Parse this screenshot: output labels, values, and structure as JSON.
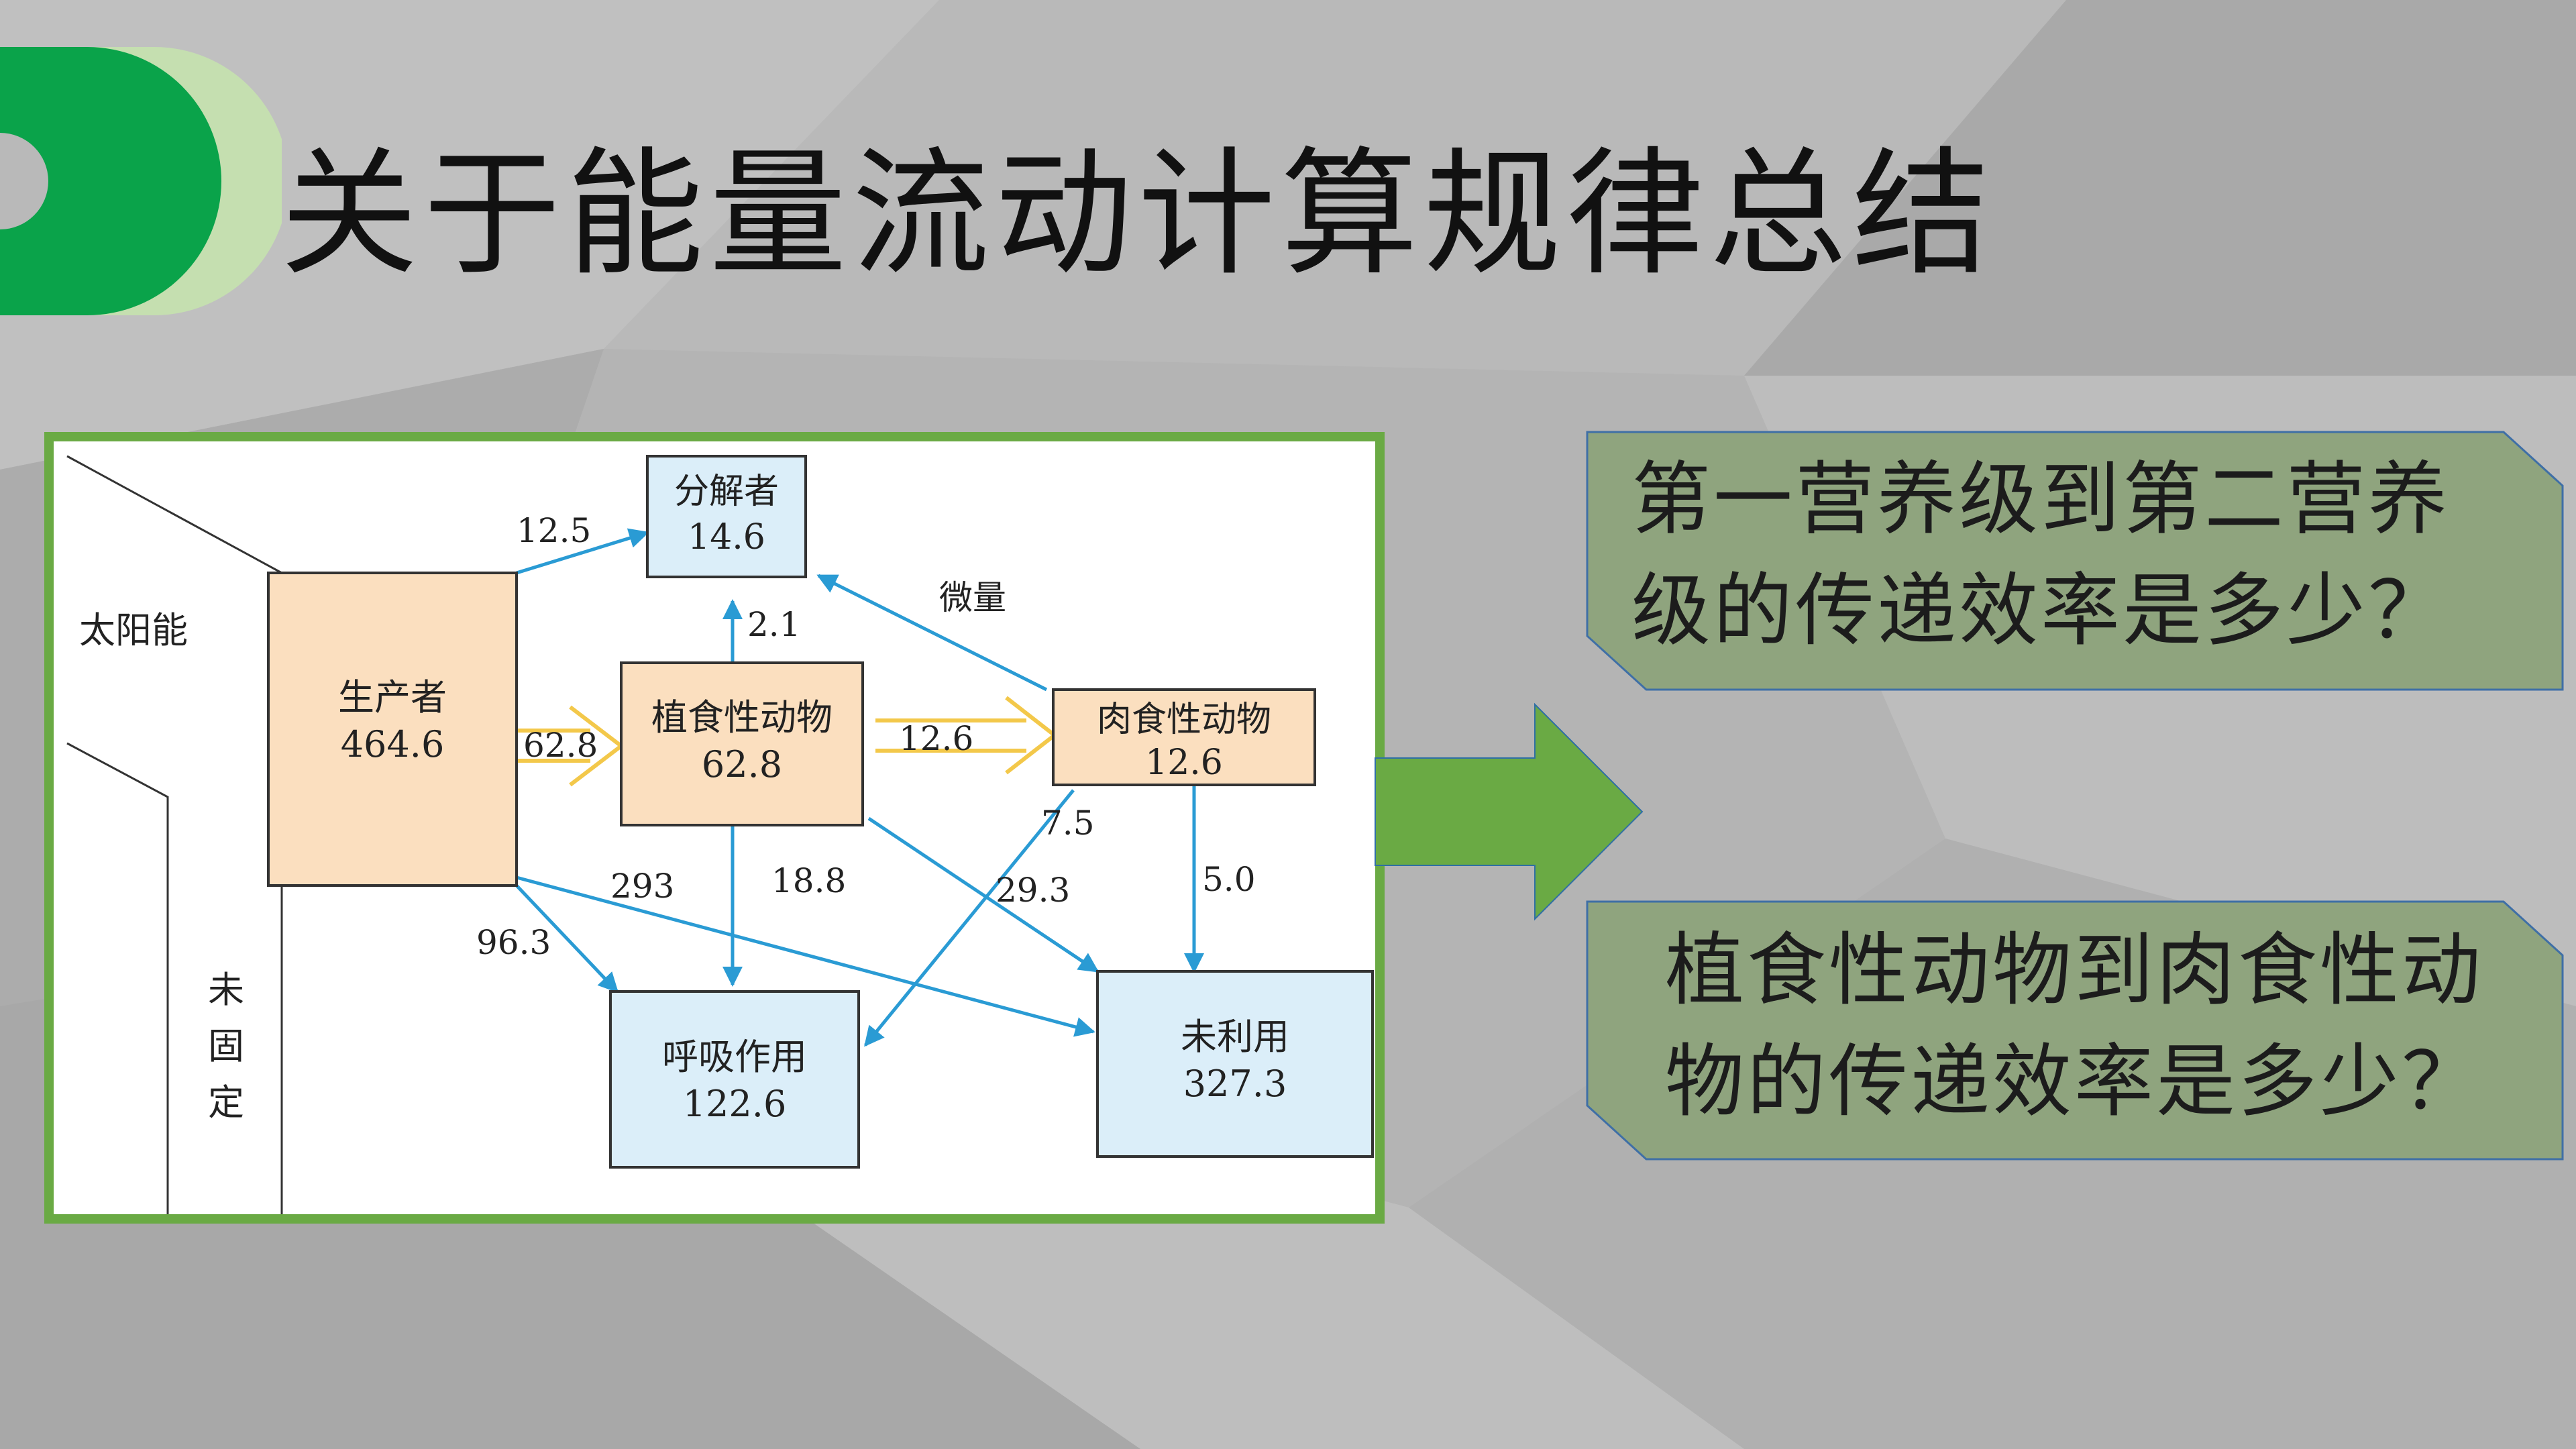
{
  "slide": {
    "title": "关于能量流动计算规律总结"
  },
  "diagram": {
    "sun_label": "太阳能",
    "unfixed_label": [
      "未",
      "固",
      "定"
    ],
    "nodes": {
      "producer": {
        "name": "生产者",
        "value": "464.6"
      },
      "herbivore": {
        "name": "植食性动物",
        "value": "62.8"
      },
      "carnivore": {
        "name": "肉食性动物",
        "value": "12.6"
      },
      "decomposer": {
        "name": "分解者",
        "value": "14.6"
      },
      "respiration": {
        "name": "呼吸作用",
        "value": "122.6"
      },
      "unused": {
        "name": "未利用",
        "value": "327.3"
      }
    },
    "flows": {
      "producer_to_decomposer": "12.5",
      "herbivore_to_decomposer": "2.1",
      "carnivore_to_decomposer": "微量",
      "producer_to_herbivore": "62.8",
      "herbivore_to_carnivore": "12.6",
      "carnivore_to_respiration": "7.5",
      "carnivore_to_unused": "5.0",
      "producer_to_unused": "293",
      "herbivore_to_respiration": "18.8",
      "herbivore_to_unused": "29.3",
      "producer_to_respiration": "96.3"
    }
  },
  "questions": {
    "q1": [
      "第一营养级到第二营养",
      "级的传递效率是多少？"
    ],
    "q2": [
      "植食性动物到肉食性动",
      "物的传递效率是多少？"
    ]
  },
  "colors": {
    "accent_green": "#6aaa44",
    "logo_dark_green": "#0aa34a",
    "logo_light_green": "#c5dfb0",
    "question_box": "#8fa47e",
    "question_border": "#3f6fa6",
    "flow_blue": "#2a9bd4",
    "flow_yellow": "#f3c84a",
    "node_orange": "#fbdfbf",
    "node_blue": "#dbeef9"
  }
}
